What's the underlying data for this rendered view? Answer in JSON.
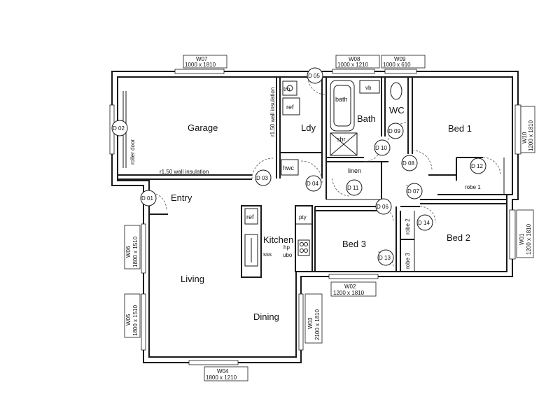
{
  "rooms": {
    "garage": "Garage",
    "ldy": "Ldy",
    "bath": "Bath",
    "wc": "WC",
    "bed1": "Bed 1",
    "entry": "Entry",
    "kitchen": "Kitchen",
    "bed3": "Bed 3",
    "bed2": "Bed 2",
    "living": "Living",
    "dining": "Dining"
  },
  "fixtures": {
    "tro": "tro",
    "ref_ldy": "ref",
    "hwc": "hwc",
    "bath_tub": "bath",
    "vb": "vb",
    "shr": "shr",
    "linen": "linen",
    "ref_kitchen": "ref",
    "pty": "pty",
    "hp": "hp",
    "ubo": "ubo",
    "sss": "sss",
    "robe1": "robe 1",
    "robe2": "robe 2",
    "robe3": "robe 3",
    "roller_door": "roller door"
  },
  "notes": {
    "insulation_vertical": "r1.50 wall insulation",
    "insulation_horizontal": "r1.50 wall insulation"
  },
  "windows": {
    "w07": {
      "id": "W07",
      "size": "1000 x 1810"
    },
    "w08": {
      "id": "W08",
      "size": "1000 x 1210"
    },
    "w09": {
      "id": "W09",
      "size": "1000 x  610"
    },
    "w10": {
      "id": "W10",
      "size": "1200 x 1810"
    },
    "w01": {
      "id": "W01",
      "size": "1200 x 1810"
    },
    "w02": {
      "id": "W02",
      "size": "1200 x 1810"
    },
    "w03": {
      "id": "W03",
      "size": "2100 x 1810"
    },
    "w04": {
      "id": "W04",
      "size": "1800 x 1210"
    },
    "w05": {
      "id": "W05",
      "size": "1800 x 1510"
    },
    "w06": {
      "id": "W06",
      "size": "1800 x 1510"
    }
  },
  "doors": {
    "d01": "D 01",
    "d02": "D 02",
    "d03": "D 03",
    "d04": "D 04",
    "d05": "D 05",
    "d06": "D 06",
    "d07": "D 07",
    "d08": "D 08",
    "d09": "D 09",
    "d10": "D 10",
    "d11": "D 11",
    "d12": "D 12",
    "d13": "D 13",
    "d14": "D 14"
  }
}
